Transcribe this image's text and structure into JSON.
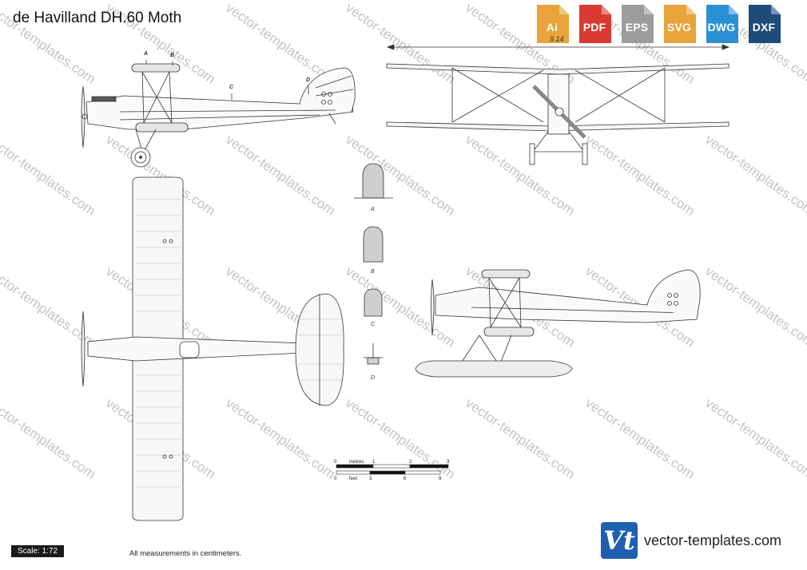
{
  "title": "de Havilland DH.60 Moth",
  "formats": [
    {
      "label": "Ai",
      "color": "#e8a33a"
    },
    {
      "label": "PDF",
      "color": "#d93a31"
    },
    {
      "label": "EPS",
      "color": "#9c9c9c"
    },
    {
      "label": "SVG",
      "color": "#e8a33a"
    },
    {
      "label": "DWG",
      "color": "#2b8fd6"
    },
    {
      "label": "DXF",
      "color": "#1e4c7a"
    }
  ],
  "span_label": "9.14",
  "callouts": {
    "a": "A",
    "b": "B",
    "c": "C",
    "d": "D"
  },
  "sections": [
    {
      "label": "A"
    },
    {
      "label": "B"
    },
    {
      "label": "C"
    },
    {
      "label": "D"
    }
  ],
  "scale_bar": {
    "metres_label": "metres",
    "feet_label": "feet",
    "metres_ticks": [
      "0",
      "1",
      "2",
      "3"
    ],
    "feet_ticks": [
      "0",
      "3",
      "6",
      "9"
    ]
  },
  "scale": "Scale: 1:72",
  "measurements_note": "All measurements in centimeters.",
  "brand": {
    "logo": "Vt",
    "name": "vector-templates.com"
  },
  "watermark": "vector-templates.com"
}
